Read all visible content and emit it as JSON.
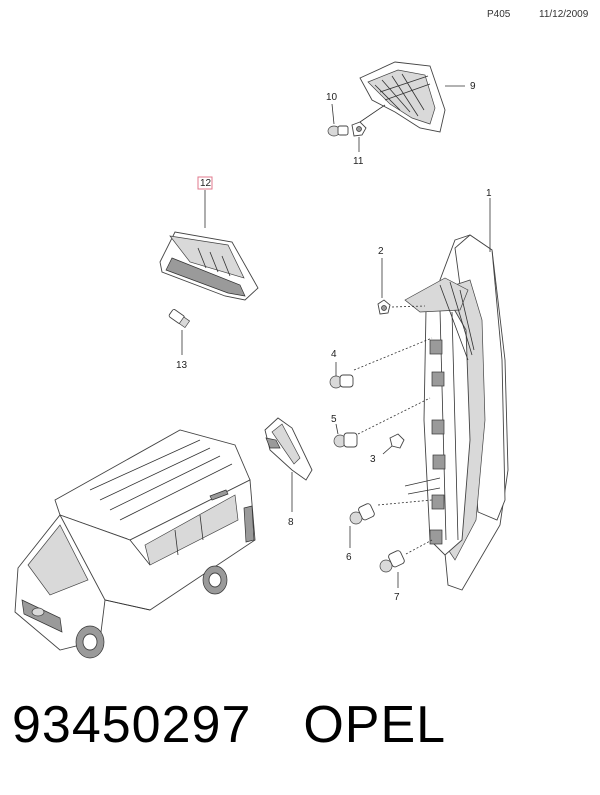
{
  "header": {
    "code": "P405",
    "date": "11/12/2009"
  },
  "callouts": {
    "c1": "1",
    "c2": "2",
    "c3": "3",
    "c4": "4",
    "c5": "5",
    "c6": "6",
    "c7": "7",
    "c8": "8",
    "c9": "9",
    "c10": "10",
    "c11": "11",
    "c12": "12",
    "c13": "13"
  },
  "highlight_color": "#e07a8c",
  "footer": {
    "part_number": "93450297",
    "brand": "OPEL"
  }
}
